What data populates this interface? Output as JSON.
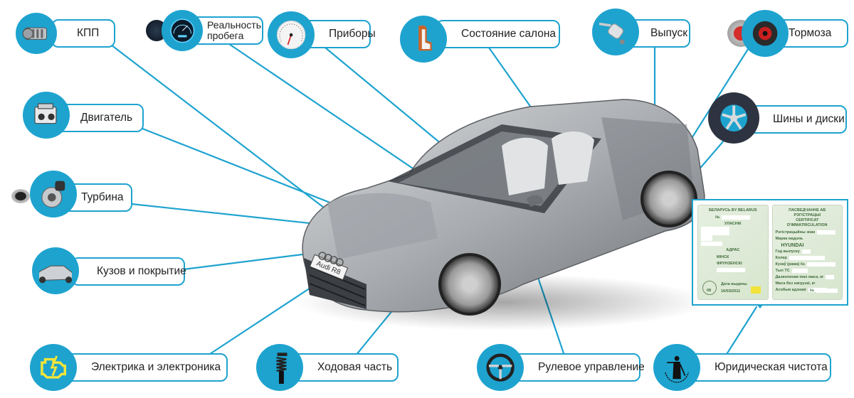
{
  "diagram": {
    "subject": "Audi R8",
    "plate_text": "Audi R8",
    "accent_color": "#1ea3cf",
    "label_border_color": "#1ea3cf",
    "callouts": [
      {
        "id": "kpp",
        "label": "КПП",
        "icon": "transmission-icon"
      },
      {
        "id": "mileage",
        "label_line1": "Реальность",
        "label_line2": "пробега",
        "icon": "dashboard-gauges-icon"
      },
      {
        "id": "instruments",
        "label": "Приборы",
        "icon": "speedometer-icon"
      },
      {
        "id": "interior",
        "label": "Состояние салона",
        "icon": "car-seat-icon"
      },
      {
        "id": "exhaust",
        "label": "Выпуск",
        "icon": "muffler-icon"
      },
      {
        "id": "brakes",
        "label": "Тормоза",
        "icon": "brake-disc-icon"
      },
      {
        "id": "engine",
        "label": "Двигатель",
        "icon": "engine-icon"
      },
      {
        "id": "tires",
        "label": "Шины и диски",
        "icon": "wheel-icon"
      },
      {
        "id": "turbo",
        "label": "Турбина",
        "icon": "turbocharger-icon"
      },
      {
        "id": "body",
        "label": "Кузов и покрытие",
        "icon": "car-body-icon"
      },
      {
        "id": "electrics",
        "label": "Электрика и электроника",
        "icon": "check-engine-icon"
      },
      {
        "id": "chassis",
        "label": "Ходовая часть",
        "icon": "shock-absorber-icon"
      },
      {
        "id": "steering",
        "label": "Рулевое управление",
        "icon": "steering-wheel-icon"
      },
      {
        "id": "legal",
        "label": "Юридическая чистота",
        "icon": "justice-statue-icon"
      }
    ],
    "certificate": {
      "left_page": {
        "header": "БЕЛАРУСЬ   BY   BELARUS",
        "number_label": "№",
        "owner_label": "УЛАСНІК",
        "address_label": "АДРАС",
        "region": "МІНСК",
        "district": "ФРУНЗЕНСКІ",
        "issue_date_label": "Дата выдачы",
        "issue_date": "16/03/2011",
        "stamp_number": "08"
      },
      "right_page": {
        "header_line1": "ПАСВЕДЧАННЕ АБ РЭГІСТРАЦЫІ",
        "header_line2": "CERTIFICAT D'IMMATRICULATION",
        "make": "HYUNDAI",
        "fields": [
          "Рэгістрацыйны знак",
          "Марка мадэль",
          "Год выпуску",
          "Колер",
          "Кузаў (рама) №",
          "Тып ТС",
          "Дазволеная max маса, кг",
          "Маса без нагрузкі, кг",
          "Асобыя адзнакі"
        ],
        "number_label": "№"
      }
    }
  }
}
